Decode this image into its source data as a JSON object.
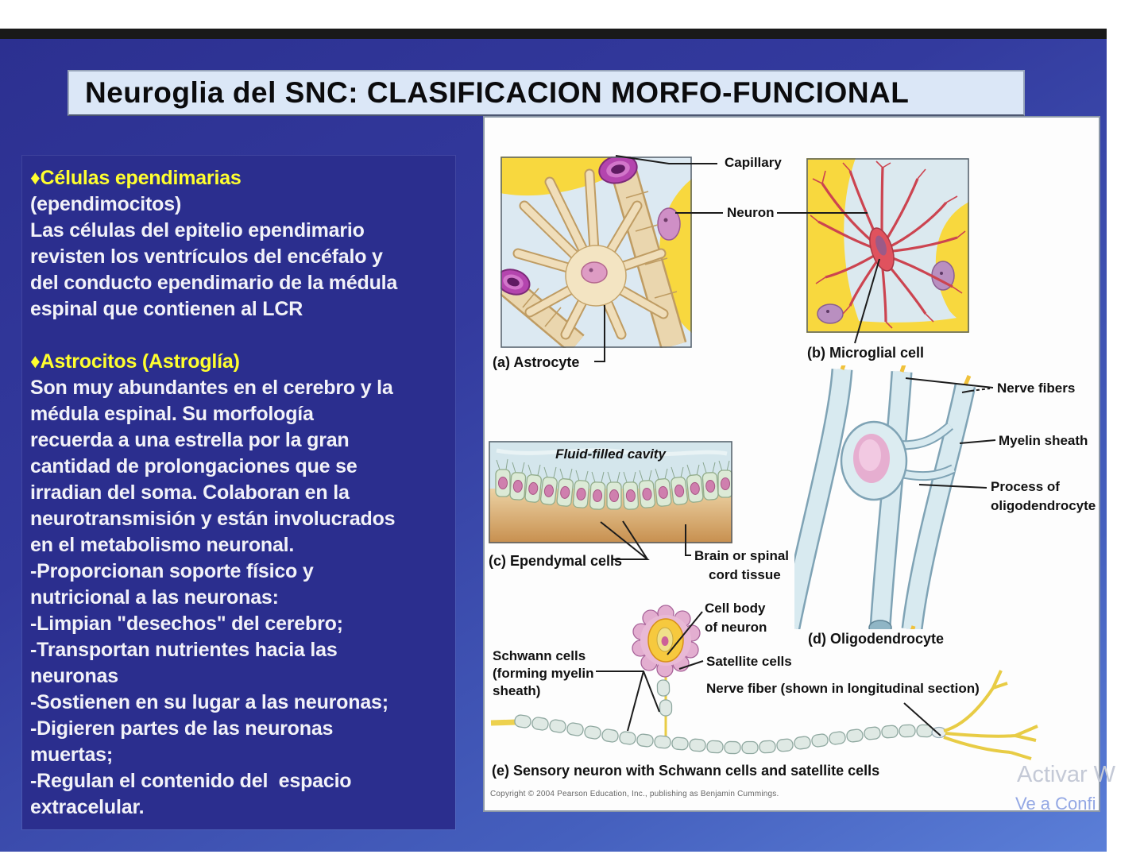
{
  "title": "Neuroglia del SNC: CLASIFICACION MORFO-FUNCIONAL",
  "left_panel": {
    "lines": [
      {
        "text": "♦Células ependimarias",
        "kind": "heading"
      },
      {
        "text": "(ependimocitos)"
      },
      {
        "text": "Las células del epitelio ependimario"
      },
      {
        "text": "revisten los ventrículos del encéfalo y"
      },
      {
        "text": "del conducto ependimario de la médula"
      },
      {
        "text": "espinal que contienen al LCR"
      },
      {
        "text": ""
      },
      {
        "text": "♦Astrocitos (Astroglía)",
        "kind": "heading"
      },
      {
        "text": "Son muy abundantes en el cerebro y la"
      },
      {
        "text": "médula espinal. Su morfología"
      },
      {
        "text": "recuerda a una estrella por la gran"
      },
      {
        "text": "cantidad de prolongaciones que se"
      },
      {
        "text": "irradian del soma. Colaboran en la"
      },
      {
        "text": "neurotransmisión y están involucrados"
      },
      {
        "text": "en el metabolismo neuronal."
      },
      {
        "text": "-Proporcionan soporte físico y"
      },
      {
        "text": "nutricional a las neuronas:"
      },
      {
        "text": "-Limpian \"desechos\" del cerebro;"
      },
      {
        "text": "-Transportan nutrientes hacia las"
      },
      {
        "text": "neuronas"
      },
      {
        "text": "-Sostienen en su lugar a las neuronas;"
      },
      {
        "text": "-Digieren partes de las neuronas"
      },
      {
        "text": "muertas;"
      },
      {
        "text": "-Regulan el contenido del  espacio"
      },
      {
        "text": "extracelular."
      }
    ]
  },
  "diagram": {
    "labels": {
      "capillary": "Capillary",
      "neuron": "Neuron",
      "panel_a": "(a) Astrocyte",
      "panel_b": "(b) Microglial cell",
      "fluid_cavity": "Fluid-filled cavity",
      "panel_c": "(c) Ependymal cells",
      "brain_tissue_1": "Brain or spinal",
      "brain_tissue_2": "cord tissue",
      "nerve_fibers": "Nerve fibers",
      "myelin_sheath": "Myelin sheath",
      "process_1": "Process of",
      "process_2": "oligodendrocyte",
      "panel_d": "(d) Oligodendrocyte",
      "cell_body_1": "Cell body",
      "cell_body_2": "of neuron",
      "satellite_cells": "Satellite cells",
      "schwann_1": "Schwann cells",
      "schwann_2": "(forming myelin",
      "schwann_3": "sheath)",
      "nerve_fiber_long": "Nerve fiber (shown in longitudinal section)",
      "panel_e": "(e) Sensory neuron with Schwann cells and satellite cells",
      "copyright": "Copyright © 2004 Pearson Education, Inc., publishing as Benjamin Cummings."
    }
  },
  "watermark": {
    "line1": "Activar W",
    "line2": "Ve a Confi"
  },
  "colors": {
    "slide_blue_dark": "#2c3090",
    "slide_blue_light": "#5b7fd8",
    "left_panel_blue": "#2b2e8e",
    "title_bg": "#dbe7f7",
    "heading_yellow": "#ffff2e",
    "body_text": "#f2f2f8",
    "figure_yellow": "#f8d83e",
    "microglia_red": "#cc4450",
    "capillary_purple": "#b445ae"
  }
}
